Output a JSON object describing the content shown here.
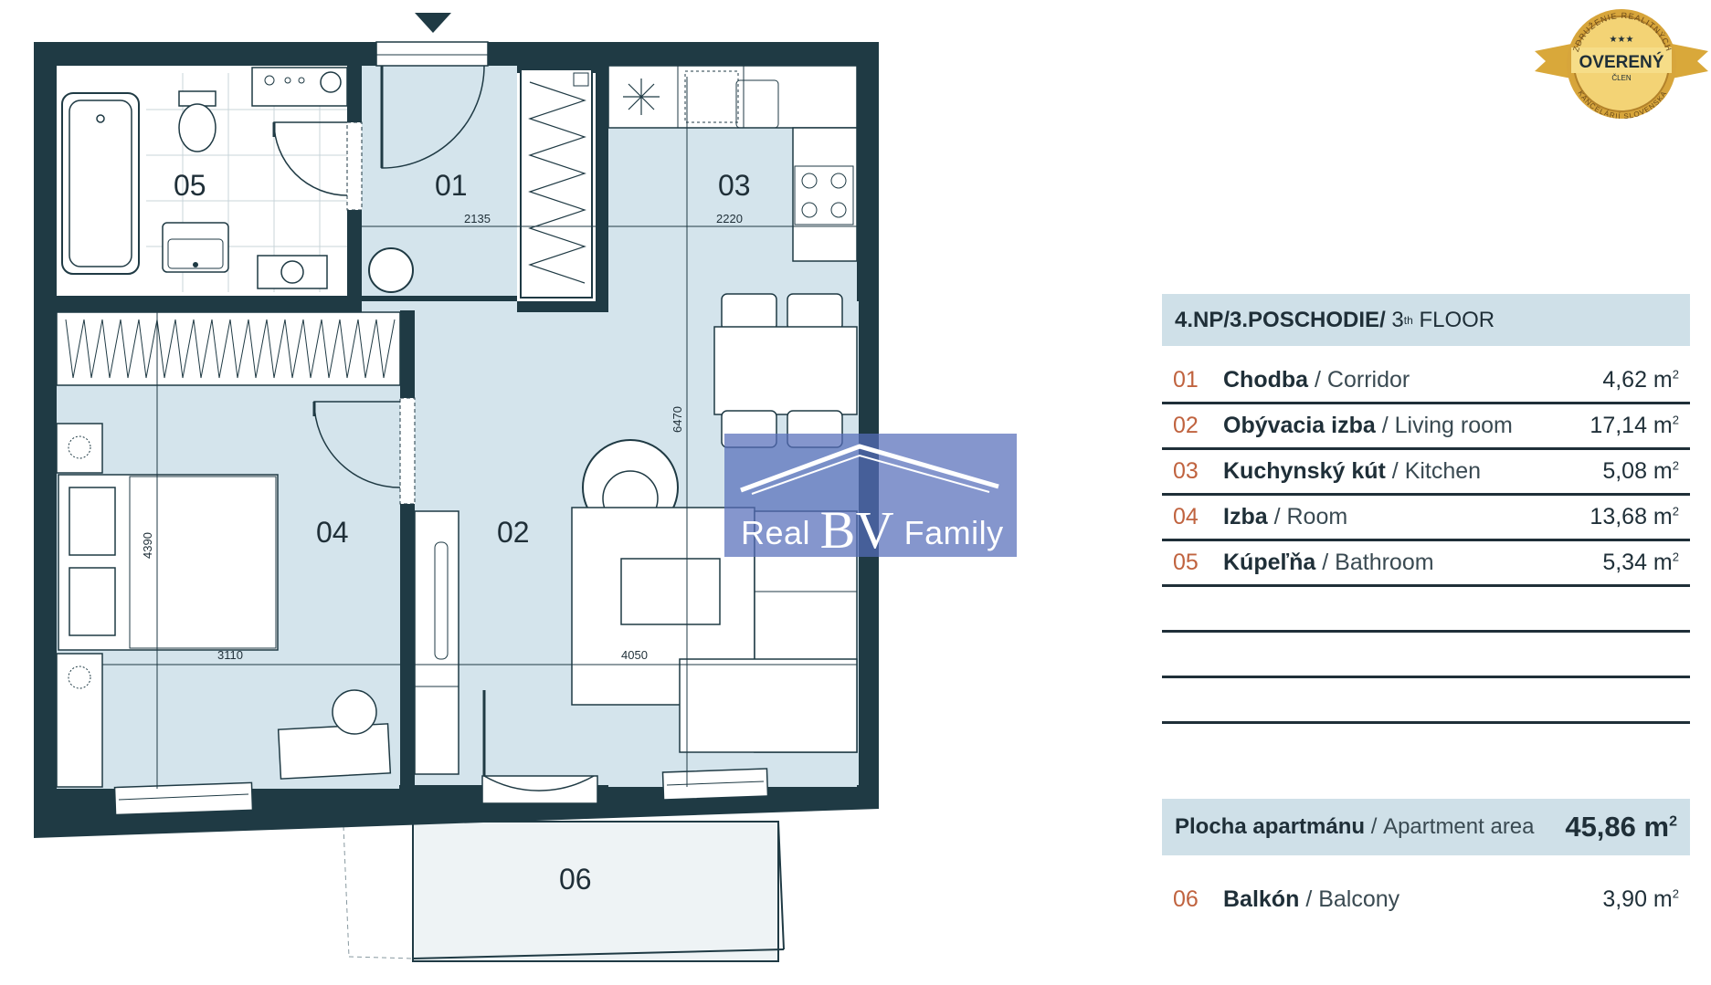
{
  "plan": {
    "rooms": [
      {
        "id": "01",
        "label": "01"
      },
      {
        "id": "02",
        "label": "02"
      },
      {
        "id": "03",
        "label": "03"
      },
      {
        "id": "04",
        "label": "04"
      },
      {
        "id": "05",
        "label": "05"
      },
      {
        "id": "06",
        "label": "06"
      }
    ],
    "dimensions": [
      "2135",
      "2220",
      "6470",
      "4390",
      "3110",
      "4050"
    ]
  },
  "watermark": {
    "left": "Real",
    "mid": "BV",
    "right": "Family"
  },
  "badge": {
    "main": "OVERENÝ",
    "sub": "ČLEN",
    "top_arc": "ZDRUŽENIE REALITNÝCH",
    "bottom_arc": "KANCELÁRIÍ SLOVENSKA",
    "stars": "★★★"
  },
  "legend": {
    "header_bold": "4.NP/3.POSCHODIE/",
    "header_num": "3",
    "header_sup": "th",
    "header_rest": "FLOOR",
    "rooms": [
      {
        "num": "01",
        "name_sk": "Chodba",
        "name_en": "Corridor",
        "area": "4,62 m",
        "unit_sup": "2"
      },
      {
        "num": "02",
        "name_sk": "Obývacia izba",
        "name_en": "Living room",
        "area": "17,14 m",
        "unit_sup": "2"
      },
      {
        "num": "03",
        "name_sk": "Kuchynský kút",
        "name_en": "Kitchen",
        "area": "5,08 m",
        "unit_sup": "2"
      },
      {
        "num": "04",
        "name_sk": "Izba",
        "name_en": "Room",
        "area": "13,68 m",
        "unit_sup": "2"
      },
      {
        "num": "05",
        "name_sk": "Kúpeľňa",
        "name_en": "Bathroom",
        "area": "5,34 m",
        "unit_sup": "2"
      }
    ],
    "separator": "/",
    "total_sk": "Plocha apartmánu",
    "total_en": "Apartment area",
    "total_value": "45,86 m",
    "total_sup": "2",
    "balcony": {
      "num": "06",
      "name_sk": "Balkón",
      "name_en": "Balcony",
      "area": "3,90 m",
      "unit_sup": "2"
    }
  },
  "colors": {
    "wall": "#1f3a44",
    "floor": "#d4e4ec",
    "accent": "#c0633f",
    "header_bg": "#cfe0e8"
  }
}
